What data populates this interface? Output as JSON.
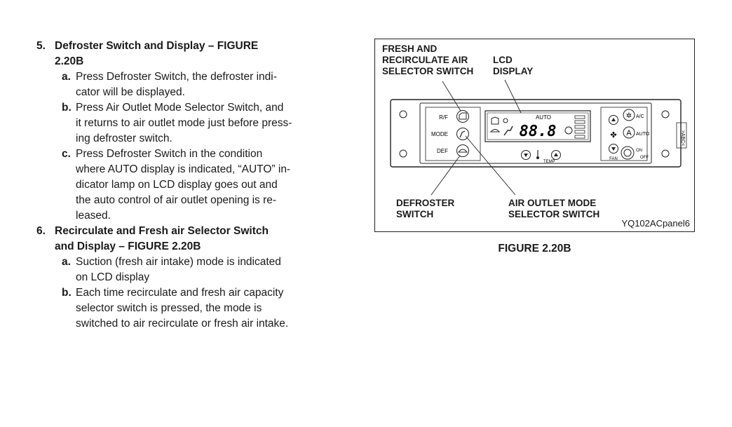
{
  "sections": [
    {
      "number": "5.",
      "title_line1": "Defroster Switch and Display – FIGURE",
      "title_line2": "2.20B",
      "items": [
        {
          "letter": "a.",
          "lines": [
            "Press Defroster Switch, the defroster indi-",
            "cator will be displayed."
          ]
        },
        {
          "letter": "b.",
          "lines": [
            "Press Air Outlet Mode Selector Switch, and",
            "it returns to air outlet mode just before press-",
            "ing defroster switch."
          ]
        },
        {
          "letter": "c.",
          "lines": [
            "Press Defroster Switch in the condition",
            "where AUTO display is indicated, “AUTO” in-",
            "dicator lamp on LCD display goes out and",
            "the auto control of air outlet opening is re-",
            "leased."
          ]
        }
      ]
    },
    {
      "number": "6.",
      "title_line1": "Recirculate and Fresh air Selector Switch",
      "title_line2": "and Display – FIGURE 2.20B",
      "items": [
        {
          "letter": "a.",
          "lines": [
            "Suction (fresh air intake) mode is indicated",
            "on LCD display"
          ]
        },
        {
          "letter": "b.",
          "lines": [
            "Each time recirculate and fresh air capacity",
            "selector switch is pressed, the mode is",
            "switched to air recirculate or fresh air intake."
          ]
        }
      ]
    }
  ],
  "figure": {
    "callout_fresh": "FRESH AND\nRECIRCULATE AIR\nSELECTOR SWITCH",
    "callout_lcd": "LCD\nDISPLAY",
    "callout_defroster": "DEFROSTER\nSWITCH",
    "callout_outlet": "AIR OUTLET MODE\nSELECTOR SWITCH",
    "figure_id": "YQ102ACpanel6",
    "caption": "FIGURE 2.20B",
    "panel": {
      "label_rf": "R/F",
      "label_mode": "MODE",
      "label_def": "DEF",
      "lcd_auto": "AUTO",
      "lcd_digits": "88.8",
      "label_temp": "TEMP",
      "label_ac": "A/C",
      "label_auto": "AUTO",
      "label_fan": "FAN",
      "label_on": "ON",
      "label_off": "OFF",
      "button_a": "A",
      "side_text": ">ABC<"
    }
  }
}
